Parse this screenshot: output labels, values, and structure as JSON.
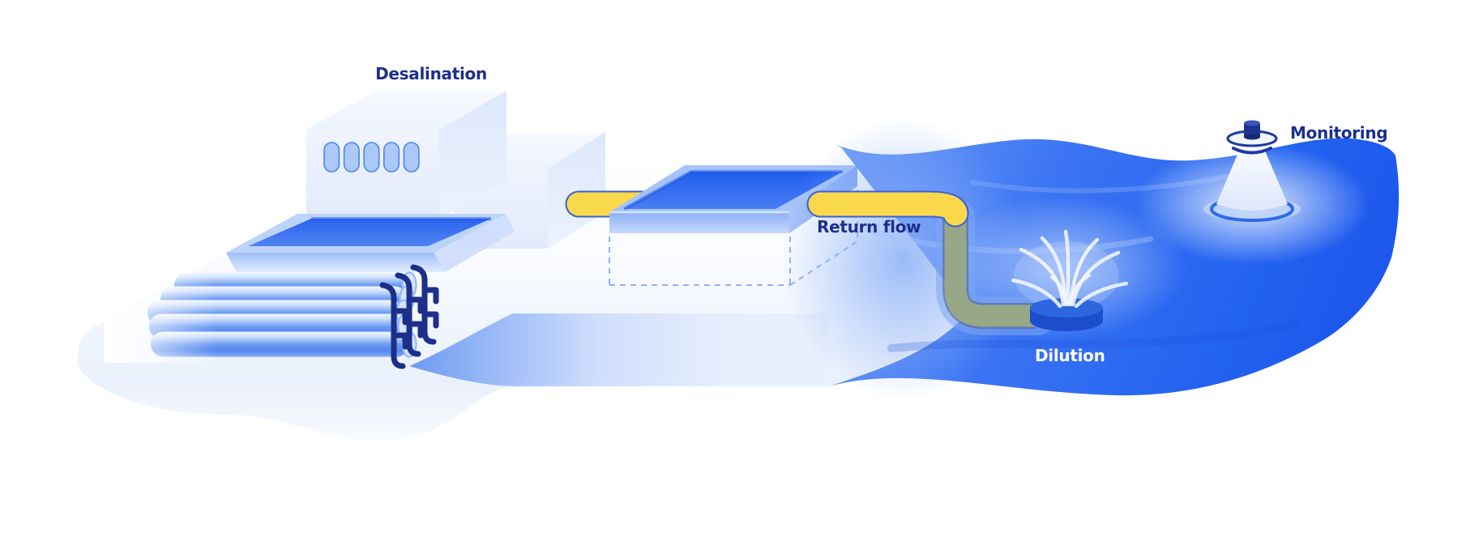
{
  "labels": {
    "desalination": "Desalination",
    "return_flow": "Return flow",
    "dilution": "Dilution",
    "monitoring": "Monitoring"
  },
  "icons": [
    "desalination-plant-icon",
    "intake-basin-icon",
    "intake-pipes-icon",
    "treatment-pool-icon",
    "return-pipe-icon",
    "diffuser-icon",
    "monitoring-buoy-icon"
  ],
  "colors": {
    "label_navy": "#1d2f8f",
    "label_white": "#ffffff",
    "pipe_yellow": "#f9d84b",
    "pipe_outline": "#3a60d8",
    "underwater_pipe_olive": "#9aaa84",
    "ocean_blue": "#2e6af2",
    "pool_water_blue": "#2a63ef",
    "land_light": "#e9effc",
    "step_blue": "#6f9af3",
    "tube_blue": "#6e9cf3",
    "window_blue": "#abc9f7",
    "fitting_navy": "#1c2f8a",
    "plume_white": "#f3f7fe"
  }
}
